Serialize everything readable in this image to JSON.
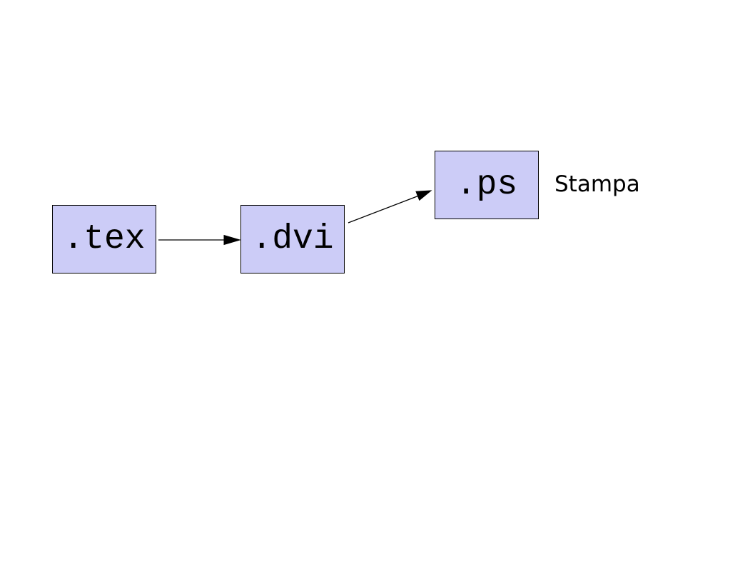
{
  "diagram": {
    "title": "latex-workflow-diagram",
    "nodes": [
      {
        "id": "tex",
        "label": ".tex"
      },
      {
        "id": "dvi",
        "label": ".dvi"
      },
      {
        "id": "ps",
        "label": ".ps"
      }
    ],
    "edges": [
      {
        "from": "tex",
        "to": "dvi",
        "type": "arrow"
      },
      {
        "from": "dvi",
        "to": "ps",
        "type": "arrow"
      }
    ],
    "annotations": [
      {
        "target": "ps",
        "label": "Stampa"
      }
    ],
    "colors": {
      "background": "#ffffff",
      "box_fill": "#ccccf7",
      "box_border": "#000000",
      "arrow": "#000000",
      "text": "#000000"
    }
  }
}
